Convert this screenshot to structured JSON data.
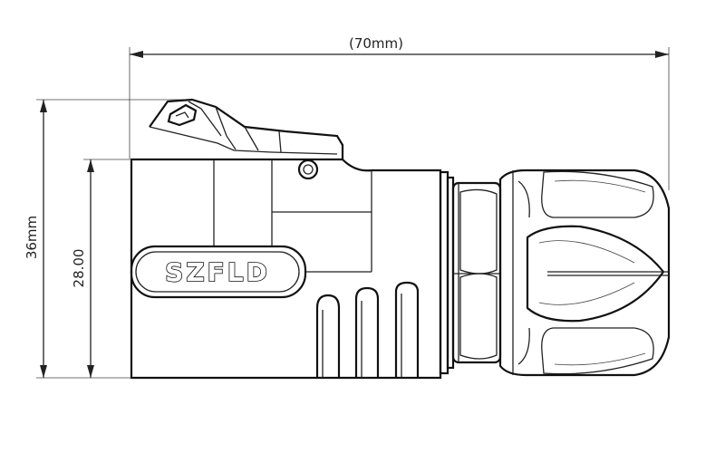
{
  "dimensions": {
    "overall_length": "(70mm)",
    "overall_height": "36mm",
    "body_height": "28.00"
  },
  "brand": {
    "logo_text": "SZFLD"
  },
  "colors": {
    "line": "#222222",
    "background": "#ffffff"
  }
}
